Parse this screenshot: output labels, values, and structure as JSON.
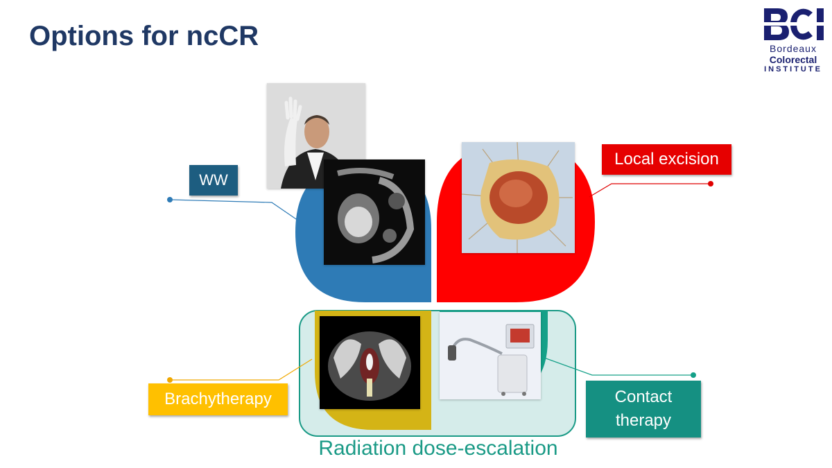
{
  "slide": {
    "title": "Options for ncCR"
  },
  "logo": {
    "monogram": "BCI",
    "line1": "Bordeaux",
    "line2": "Colorectal",
    "line3": "INSTITUTE"
  },
  "labels": {
    "ww": "WW",
    "local_excision": "Local excision",
    "brachytherapy": "Brachytherapy",
    "contact_therapy_line1": "Contact",
    "contact_therapy_line2": "therapy",
    "radiation": "Radiation dose-escalation"
  },
  "colors": {
    "title": "#1f3864",
    "ww_blue": "#2e7bb6",
    "ww_label": "#1d5d80",
    "excision_red": "#ff0000",
    "brachy_yellow": "#d4b416",
    "brachy_label": "#ffc000",
    "contact_teal": "#14a088",
    "contact_label": "#159082",
    "radiation_panel": "#d5ecea",
    "radiation_border": "#1a9a86"
  }
}
